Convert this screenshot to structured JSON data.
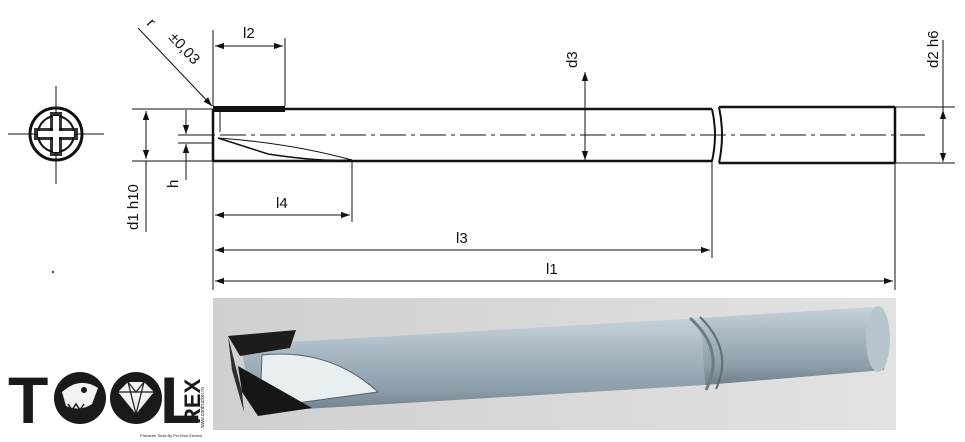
{
  "drawing": {
    "labels": {
      "l2": "l2",
      "r": "r",
      "tolerance": "±0,03",
      "d3": "d3",
      "d2": "d2 h6",
      "d1": "d1 h10",
      "h": "h",
      "l4": "l4",
      "l3": "l3",
      "l1": "l1"
    }
  },
  "logo": {
    "letters": {
      "t": "T",
      "o": "O",
      "l": "L",
      "rex": "REX"
    },
    "website": "www.contrucker.ro",
    "tagline": "Premium Tools By ProTech Service"
  },
  "colors": {
    "line": "#111111",
    "photo_bg": "#d9d9d9",
    "tool_body": "#9fb0bd",
    "logo": "#1a1a1a"
  }
}
